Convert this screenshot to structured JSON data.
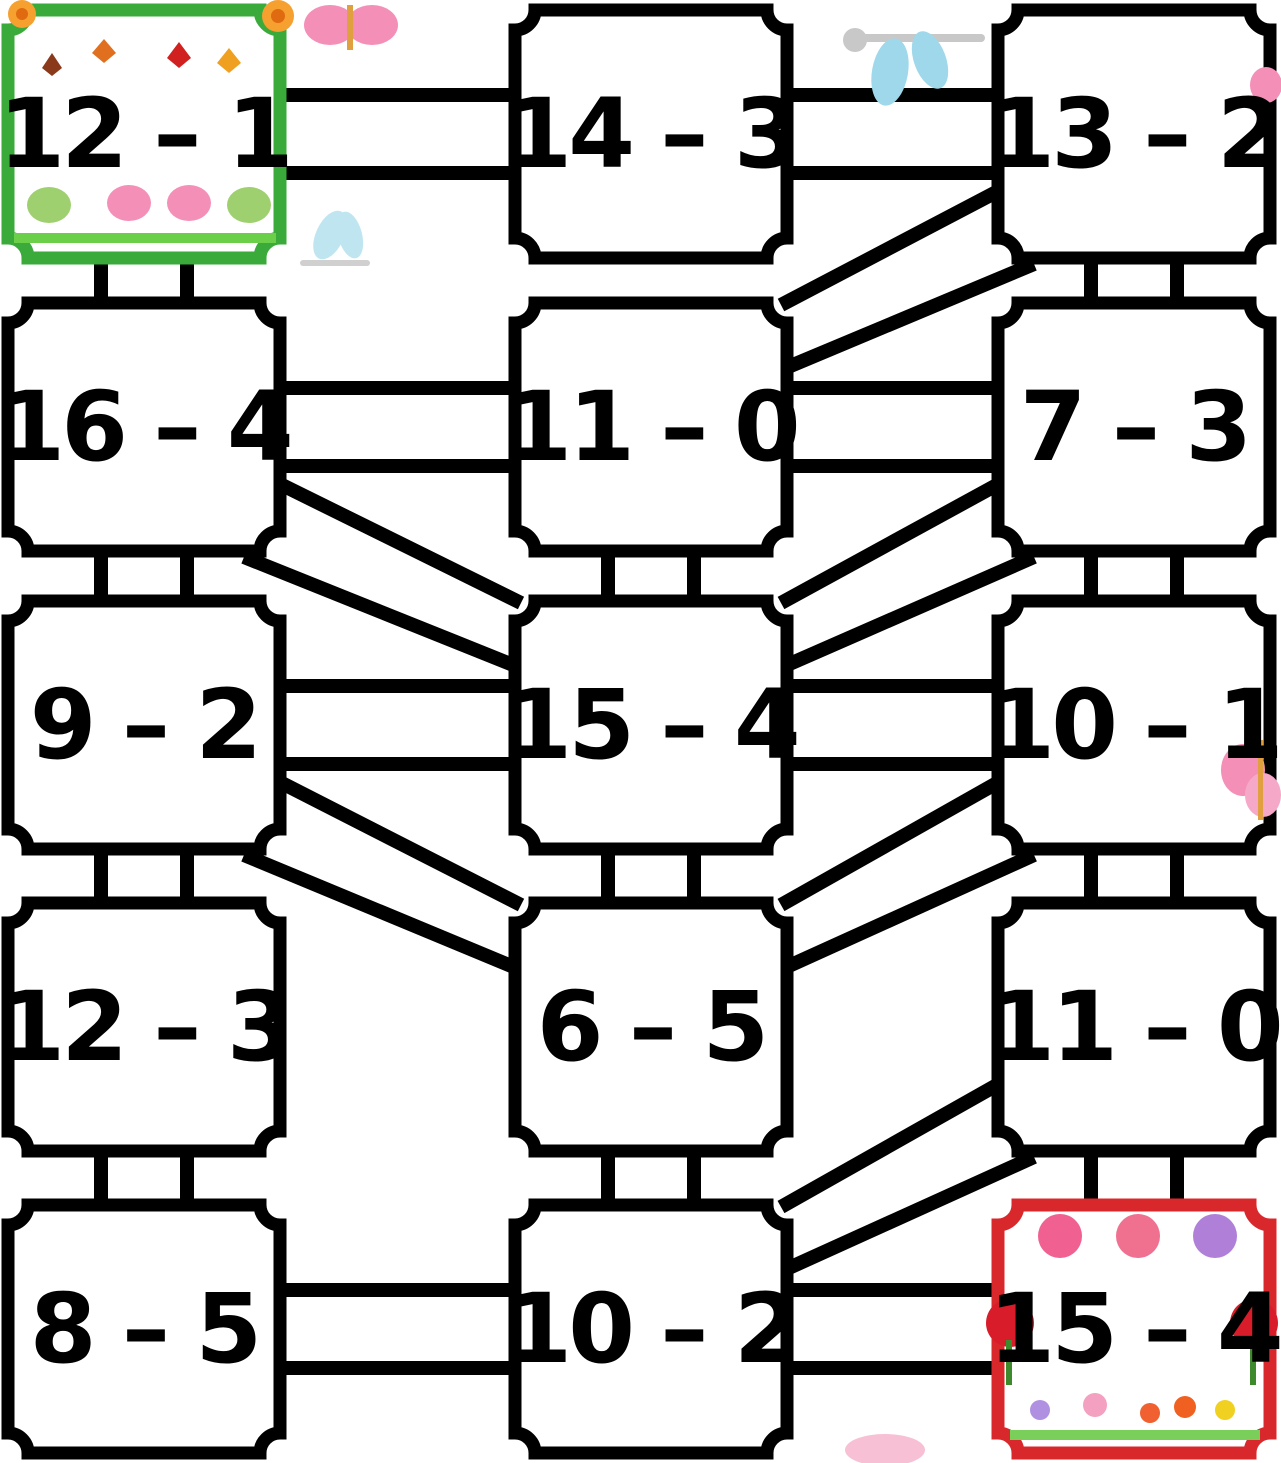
{
  "maze": {
    "start_cell": "r0c0",
    "finish_cell": "r4c2",
    "colors": {
      "outline": "#000000",
      "cell_fill": "#ffffff",
      "start_border": "#3aab3a",
      "finish_border": "#d8282c"
    },
    "cells": [
      {
        "id": "r0c0",
        "row": 0,
        "col": 0,
        "expression": "12 – 1",
        "role": "start"
      },
      {
        "id": "r0c1",
        "row": 0,
        "col": 1,
        "expression": "14 – 3",
        "role": "path"
      },
      {
        "id": "r0c2",
        "row": 0,
        "col": 2,
        "expression": "13 – 2",
        "role": "path"
      },
      {
        "id": "r1c0",
        "row": 1,
        "col": 0,
        "expression": "16 – 4",
        "role": "path"
      },
      {
        "id": "r1c1",
        "row": 1,
        "col": 1,
        "expression": "11 – 0",
        "role": "path"
      },
      {
        "id": "r1c2",
        "row": 1,
        "col": 2,
        "expression": "7 – 3",
        "role": "path"
      },
      {
        "id": "r2c0",
        "row": 2,
        "col": 0,
        "expression": "9 – 2",
        "role": "path"
      },
      {
        "id": "r2c1",
        "row": 2,
        "col": 1,
        "expression": "15 – 4",
        "role": "path"
      },
      {
        "id": "r2c2",
        "row": 2,
        "col": 2,
        "expression": "10 – 1",
        "role": "path"
      },
      {
        "id": "r3c0",
        "row": 3,
        "col": 0,
        "expression": "12 – 3",
        "role": "path"
      },
      {
        "id": "r3c1",
        "row": 3,
        "col": 1,
        "expression": "6 – 5",
        "role": "path"
      },
      {
        "id": "r3c2",
        "row": 3,
        "col": 2,
        "expression": "11 – 0",
        "role": "path"
      },
      {
        "id": "r4c0",
        "row": 4,
        "col": 0,
        "expression": "8 – 5",
        "role": "path"
      },
      {
        "id": "r4c1",
        "row": 4,
        "col": 1,
        "expression": "10 – 2",
        "role": "path"
      },
      {
        "id": "r4c2",
        "row": 4,
        "col": 2,
        "expression": "15 – 4",
        "role": "finish"
      }
    ],
    "connections": [
      [
        "r0c0",
        "r0c1"
      ],
      [
        "r0c1",
        "r0c2"
      ],
      [
        "r1c0",
        "r1c1"
      ],
      [
        "r1c1",
        "r1c2"
      ],
      [
        "r2c0",
        "r2c1"
      ],
      [
        "r2c1",
        "r2c2"
      ],
      [
        "r4c0",
        "r4c1"
      ],
      [
        "r4c1",
        "r4c2"
      ],
      [
        "r0c0",
        "r1c0"
      ],
      [
        "r1c0",
        "r2c0"
      ],
      [
        "r2c0",
        "r3c0"
      ],
      [
        "r3c0",
        "r4c0"
      ],
      [
        "r1c1",
        "r2c1"
      ],
      [
        "r2c1",
        "r3c1"
      ],
      [
        "r3c1",
        "r4c1"
      ],
      [
        "r0c2",
        "r1c2"
      ],
      [
        "r1c2",
        "r2c2"
      ],
      [
        "r2c2",
        "r3c2"
      ],
      [
        "r3c2",
        "r4c2"
      ],
      [
        "r0c2",
        "r1c1"
      ],
      [
        "r1c0",
        "r2c1"
      ],
      [
        "r1c2",
        "r2c1"
      ],
      [
        "r2c0",
        "r3c1"
      ],
      [
        "r2c2",
        "r3c1"
      ],
      [
        "r3c2",
        "r4c1"
      ]
    ],
    "decorations": [
      {
        "name": "autumn-leaves-icon",
        "color": "#c0502a"
      },
      {
        "name": "butterfly-icon",
        "color": "#f07fb0"
      },
      {
        "name": "flower-icon",
        "color": "#f6a030"
      },
      {
        "name": "dragonfly-icon",
        "color": "#8fd0e8"
      },
      {
        "name": "rose-icon",
        "color": "#d81c2a"
      },
      {
        "name": "purple-flower-icon",
        "color": "#9a5cc8"
      }
    ]
  }
}
